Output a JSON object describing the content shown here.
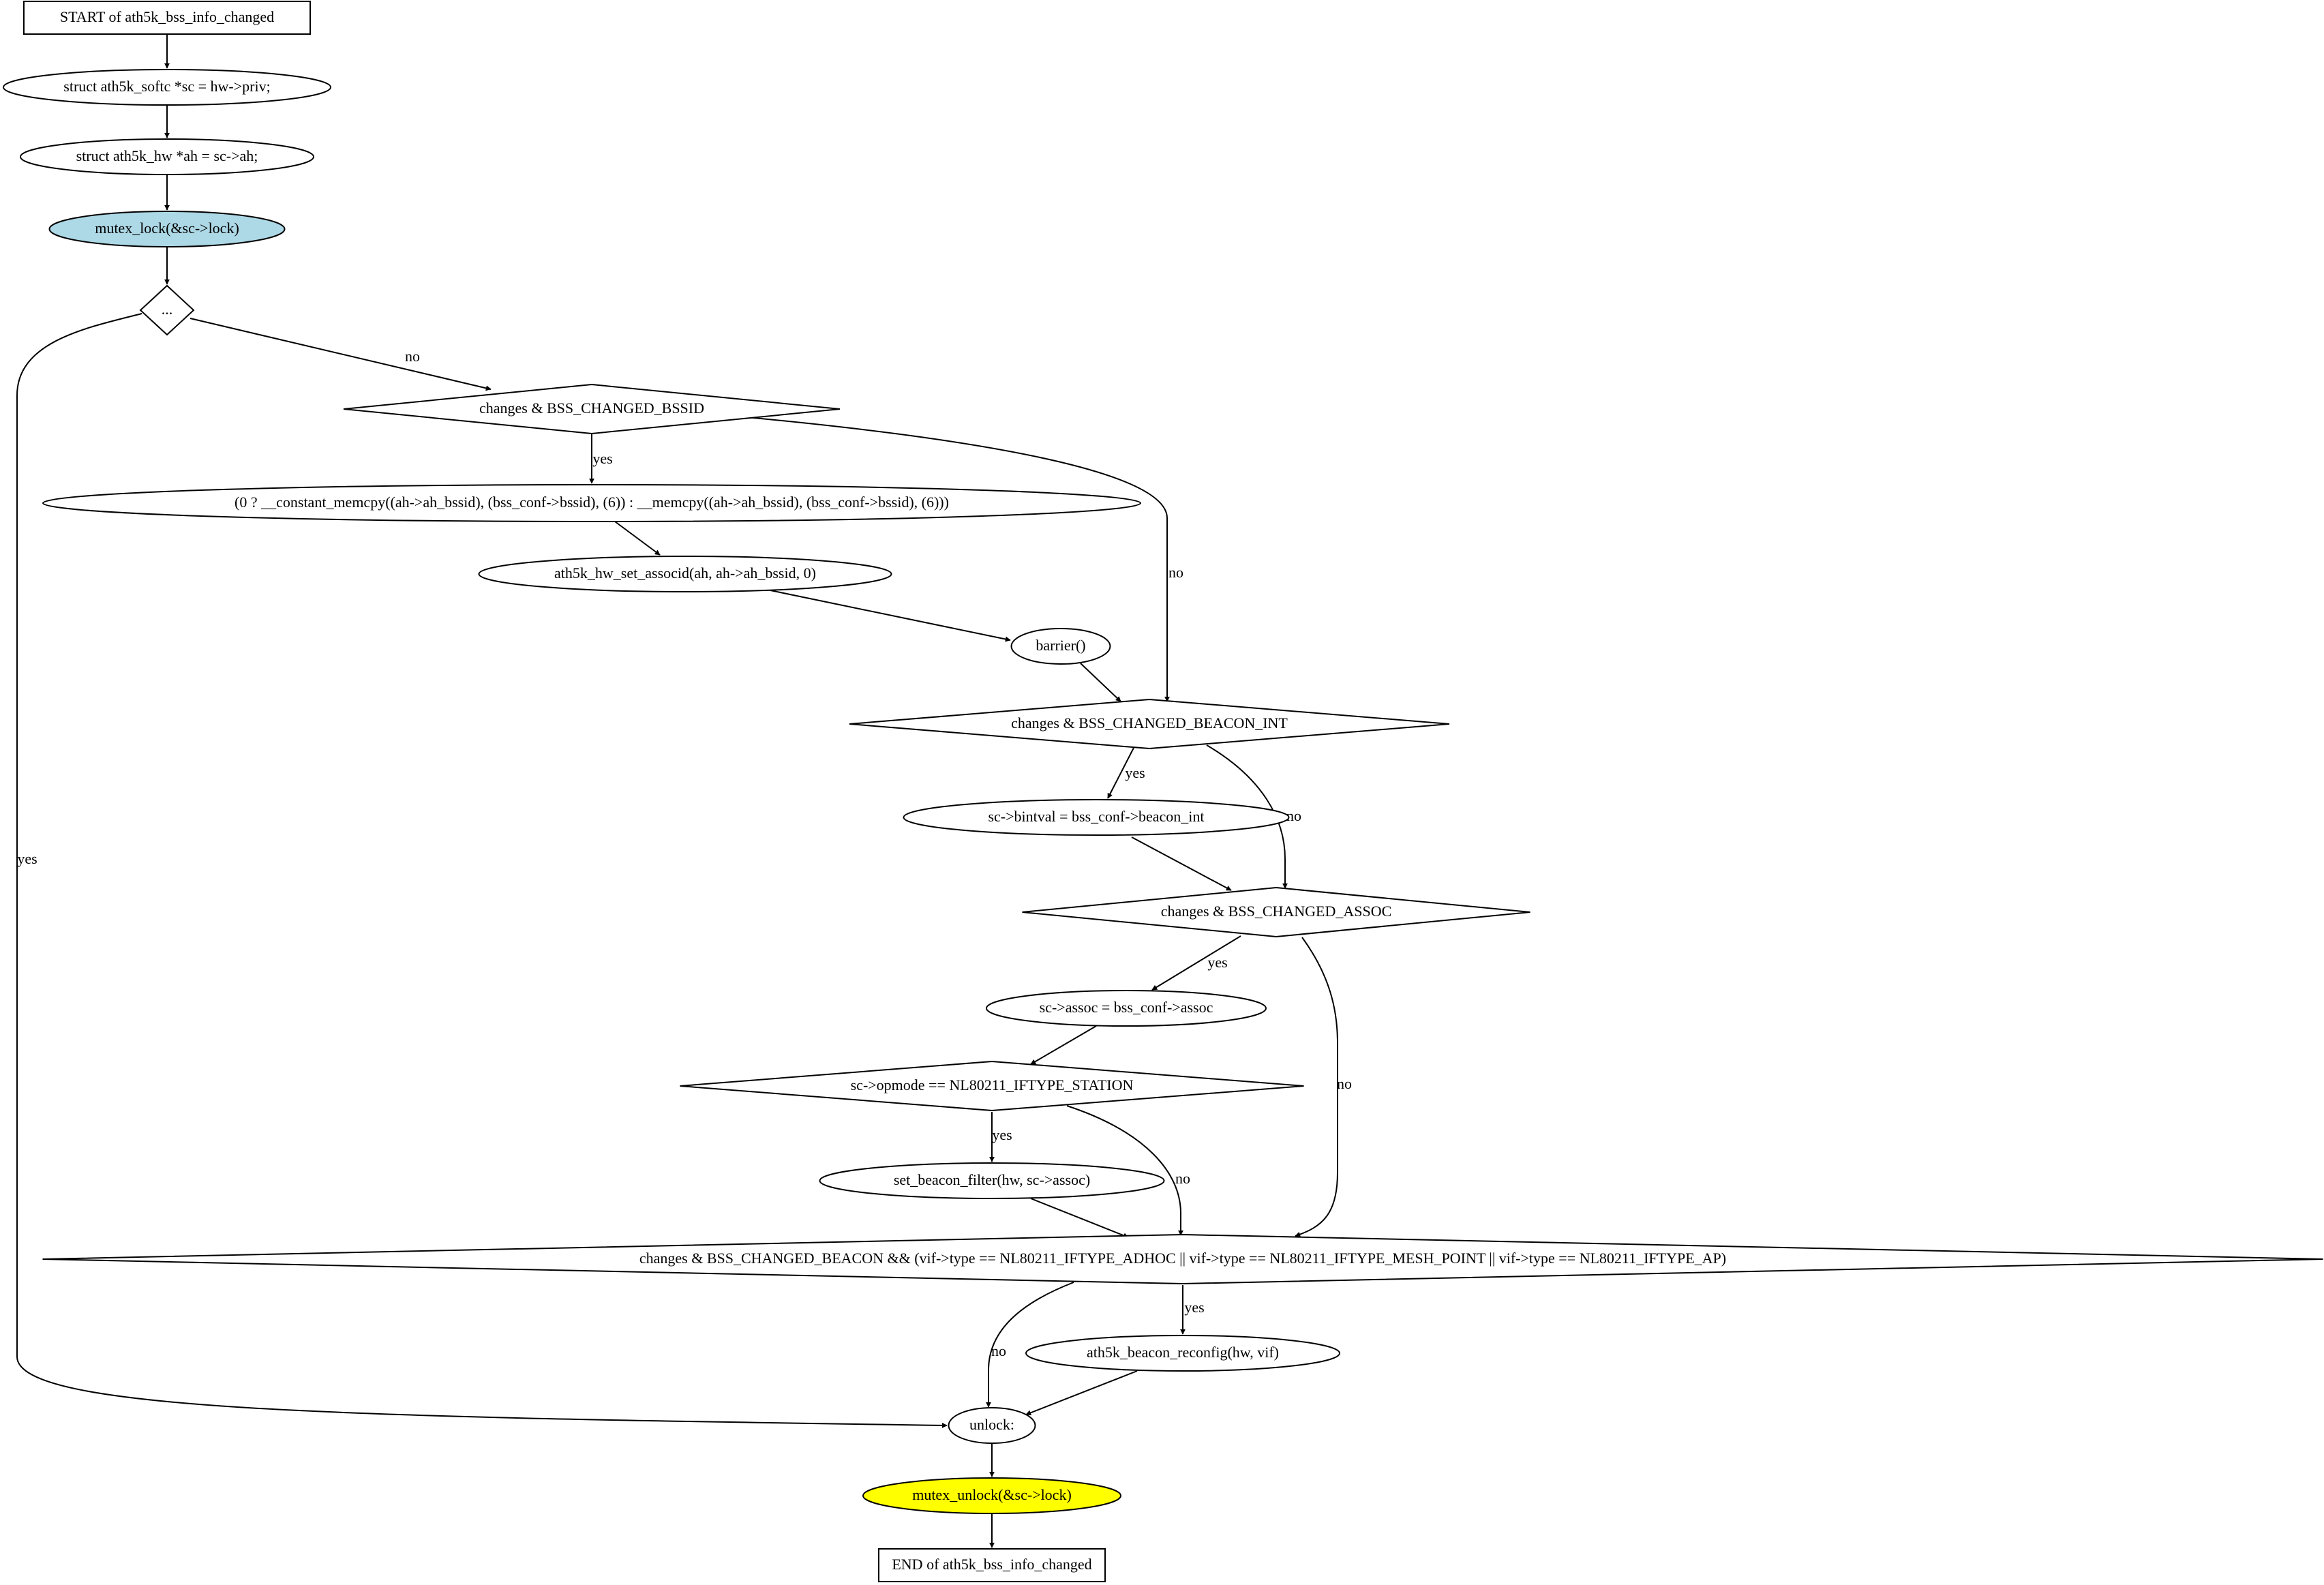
{
  "diagram": {
    "type": "flowchart",
    "colors": {
      "default_fill": "#ffffff",
      "lock_fill": "#add8e6",
      "unlock_fill": "#ffff00",
      "stroke": "#000000"
    },
    "nodes": {
      "start": {
        "shape": "box",
        "label": "START of ath5k_bss_info_changed"
      },
      "softc": {
        "shape": "ellipse",
        "label": "struct ath5k_softc *sc = hw->priv;"
      },
      "hw": {
        "shape": "ellipse",
        "label": "struct ath5k_hw *ah = sc->ah;"
      },
      "lock": {
        "shape": "ellipse",
        "fill": "lock_fill",
        "label": "mutex_lock(&sc->lock)"
      },
      "cond0": {
        "shape": "diamond",
        "label": "..."
      },
      "bssid": {
        "shape": "diamond",
        "label": "changes & BSS_CHANGED_BSSID"
      },
      "memcpy": {
        "shape": "ellipse",
        "label": "(0 ? __constant_memcpy((ah->ah_bssid), (bss_conf->bssid), (6)) : __memcpy((ah->ah_bssid), (bss_conf->bssid), (6)))"
      },
      "associd": {
        "shape": "ellipse",
        "label": "ath5k_hw_set_associd(ah, ah->ah_bssid, 0)"
      },
      "barrier": {
        "shape": "ellipse",
        "label": "barrier()"
      },
      "beacon_int": {
        "shape": "diamond",
        "label": "changes & BSS_CHANGED_BEACON_INT"
      },
      "bintval": {
        "shape": "ellipse",
        "label": "sc->bintval = bss_conf->beacon_int"
      },
      "assoc_cond": {
        "shape": "diamond",
        "label": "changes & BSS_CHANGED_ASSOC"
      },
      "assoc_set": {
        "shape": "ellipse",
        "label": "sc->assoc = bss_conf->assoc"
      },
      "opmode": {
        "shape": "diamond",
        "label": "sc->opmode == NL80211_IFTYPE_STATION"
      },
      "filter": {
        "shape": "ellipse",
        "label": "set_beacon_filter(hw, sc->assoc)"
      },
      "beacon_cond": {
        "shape": "diamond",
        "label": "changes & BSS_CHANGED_BEACON && (vif->type == NL80211_IFTYPE_ADHOC || vif->type == NL80211_IFTYPE_MESH_POINT || vif->type == NL80211_IFTYPE_AP)"
      },
      "reconfig": {
        "shape": "ellipse",
        "label": "ath5k_beacon_reconfig(hw, vif)"
      },
      "unlock_lbl": {
        "shape": "ellipse",
        "label": "unlock:"
      },
      "unlock": {
        "shape": "ellipse",
        "fill": "unlock_fill",
        "label": "mutex_unlock(&sc->lock)"
      },
      "end": {
        "shape": "box",
        "label": "END of ath5k_bss_info_changed"
      }
    },
    "edges": [
      {
        "from": "start",
        "to": "softc",
        "label": ""
      },
      {
        "from": "softc",
        "to": "hw",
        "label": ""
      },
      {
        "from": "hw",
        "to": "lock",
        "label": ""
      },
      {
        "from": "lock",
        "to": "cond0",
        "label": ""
      },
      {
        "from": "cond0",
        "to": "bssid",
        "label": "no"
      },
      {
        "from": "cond0",
        "to": "unlock_lbl",
        "label": "yes"
      },
      {
        "from": "bssid",
        "to": "memcpy",
        "label": "yes"
      },
      {
        "from": "bssid",
        "to": "beacon_int",
        "label": "no"
      },
      {
        "from": "memcpy",
        "to": "associd",
        "label": ""
      },
      {
        "from": "associd",
        "to": "barrier",
        "label": ""
      },
      {
        "from": "barrier",
        "to": "beacon_int",
        "label": ""
      },
      {
        "from": "beacon_int",
        "to": "bintval",
        "label": "yes"
      },
      {
        "from": "beacon_int",
        "to": "assoc_cond",
        "label": "no"
      },
      {
        "from": "bintval",
        "to": "assoc_cond",
        "label": ""
      },
      {
        "from": "assoc_cond",
        "to": "assoc_set",
        "label": "yes"
      },
      {
        "from": "assoc_cond",
        "to": "beacon_cond",
        "label": "no"
      },
      {
        "from": "assoc_set",
        "to": "opmode",
        "label": ""
      },
      {
        "from": "opmode",
        "to": "filter",
        "label": "yes"
      },
      {
        "from": "opmode",
        "to": "beacon_cond",
        "label": "no"
      },
      {
        "from": "filter",
        "to": "beacon_cond",
        "label": ""
      },
      {
        "from": "beacon_cond",
        "to": "reconfig",
        "label": "yes"
      },
      {
        "from": "beacon_cond",
        "to": "unlock_lbl",
        "label": "no"
      },
      {
        "from": "reconfig",
        "to": "unlock_lbl",
        "label": ""
      },
      {
        "from": "unlock_lbl",
        "to": "unlock",
        "label": ""
      },
      {
        "from": "unlock",
        "to": "end",
        "label": ""
      }
    ]
  }
}
